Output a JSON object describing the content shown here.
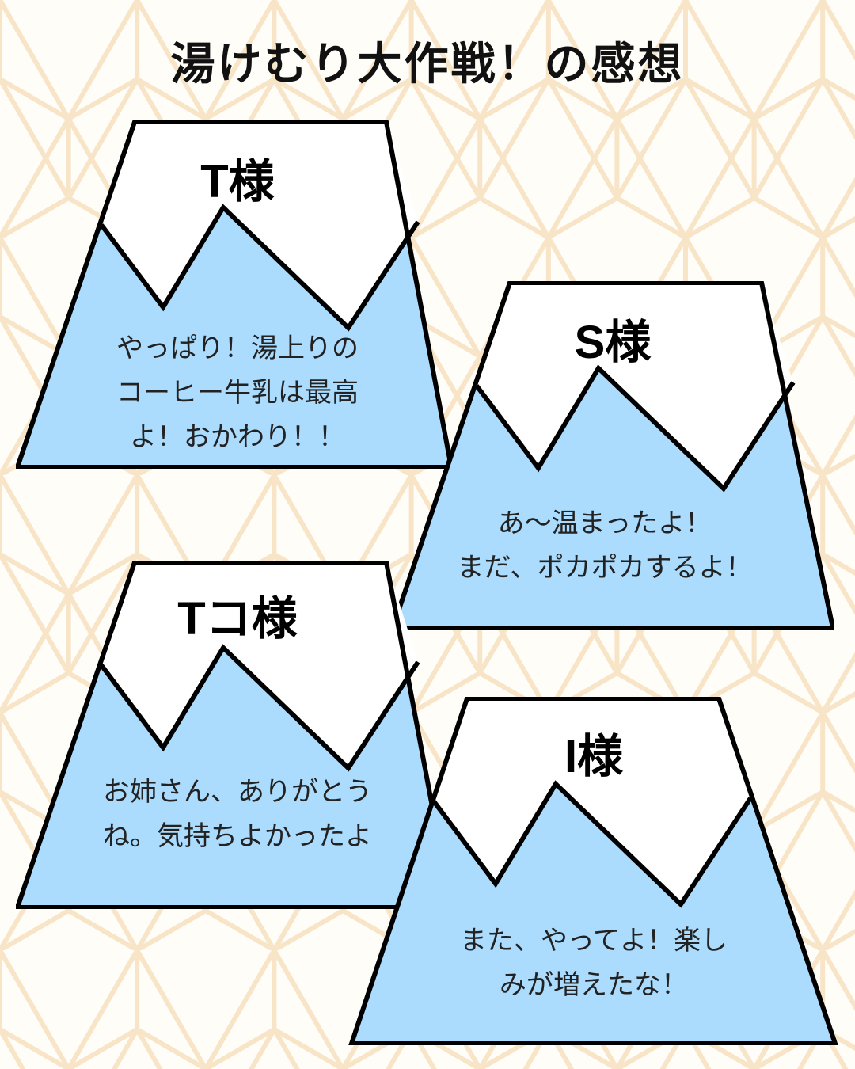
{
  "title": "湯けむり大作戦！の感想",
  "colors": {
    "sky": "#abdcfd",
    "snow": "#ffffff",
    "outline": "#000000",
    "pattern": "#f8e4c6",
    "background": "#fffdf8"
  },
  "cards": [
    {
      "name": "T様",
      "lines": [
        "やっぱり！湯上りの",
        "コーヒー牛乳は最高",
        "よ！おかわり！！"
      ]
    },
    {
      "name": "S様",
      "lines": [
        "あ〜温まったよ！",
        "まだ、ポカポカするよ！"
      ]
    },
    {
      "name": "Tコ様",
      "lines": [
        "お姉さん、ありがとう",
        "ね。気持ちよかったよ"
      ]
    },
    {
      "name": "I様",
      "lines": [
        "また、やってよ！楽し",
        "みが増えたな！"
      ]
    }
  ]
}
